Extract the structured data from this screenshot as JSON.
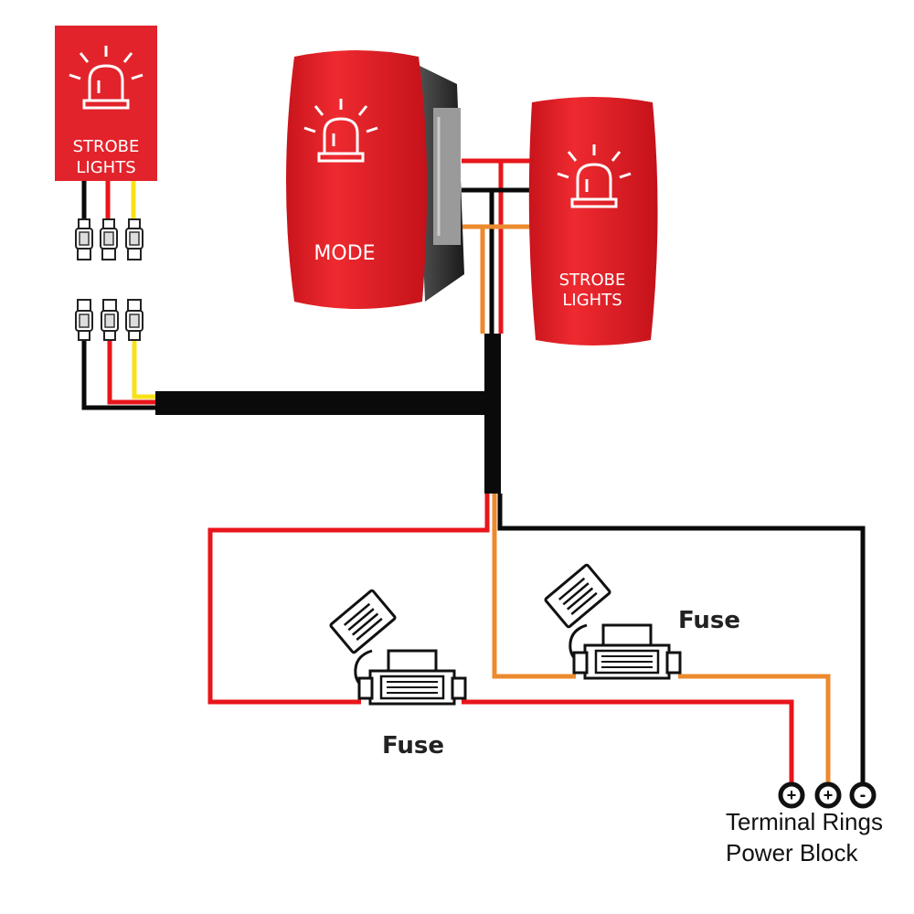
{
  "labels": {
    "badge_line1": "STROBE",
    "badge_line2": "LIGHTS",
    "mode_switch": "MODE",
    "strobe_switch_line1": "STROBE",
    "strobe_switch_line2": "LIGHTS",
    "fuse_left": "Fuse",
    "fuse_right": "Fuse",
    "terminal_rings": "Terminal Rings",
    "power_block": "Power Block",
    "terminal_plus_1": "+",
    "terminal_plus_2": "+",
    "terminal_minus": "-"
  },
  "colors": {
    "switch_red": "#e2232b",
    "wire_red": "#e8151b",
    "wire_black": "#0a0a0a",
    "wire_yellow": "#f7e21a",
    "wire_orange": "#ec8a2e",
    "icon_white": "#ffffff"
  },
  "icons": [
    "strobe-beacon-icon",
    "fuse-icon",
    "spade-connector-icon",
    "terminal-ring-icon"
  ]
}
